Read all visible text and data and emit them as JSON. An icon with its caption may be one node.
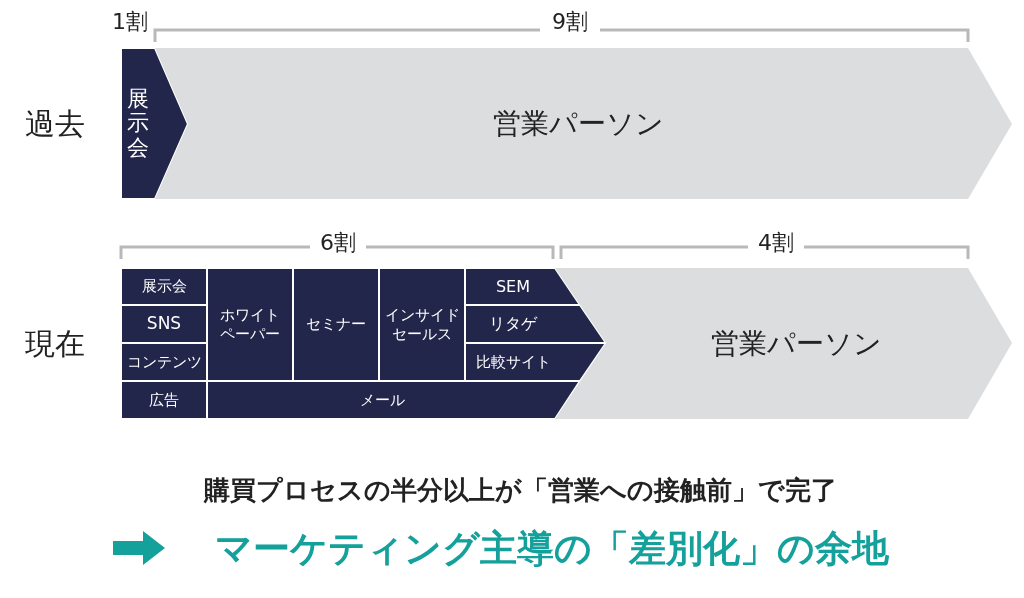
{
  "diagram": {
    "nodes": [
      {
        "text": [
          "展示会"
        ]
      },
      {
        "text": [
          "営業パーソン"
        ]
      },
      {
        "text": [
          "展示会"
        ]
      },
      {
        "text": [
          "SNS"
        ]
      },
      {
        "text": [
          "コンテンツ"
        ]
      },
      {
        "text": [
          "広告"
        ]
      },
      {
        "text": [
          "ホワイトペーパー"
        ]
      },
      {
        "text": [
          "セミナー"
        ]
      },
      {
        "text": [
          "インサイドセールス"
        ]
      },
      {
        "text": [
          "SEM"
        ]
      },
      {
        "text": [
          "リタゲ"
        ]
      },
      {
        "text": [
          "比較サイト"
        ]
      },
      {
        "text": [
          "メール"
        ]
      },
      {
        "text": [
          "営業パーソン"
        ]
      }
    ],
    "labels": [
      "1割",
      "9割",
      "過去",
      "6割",
      "4割",
      "現在",
      "購買プロセスの半分以上が「営業への接触前」で完了",
      "マーケティング主導の「差別化」の余地"
    ]
  }
}
